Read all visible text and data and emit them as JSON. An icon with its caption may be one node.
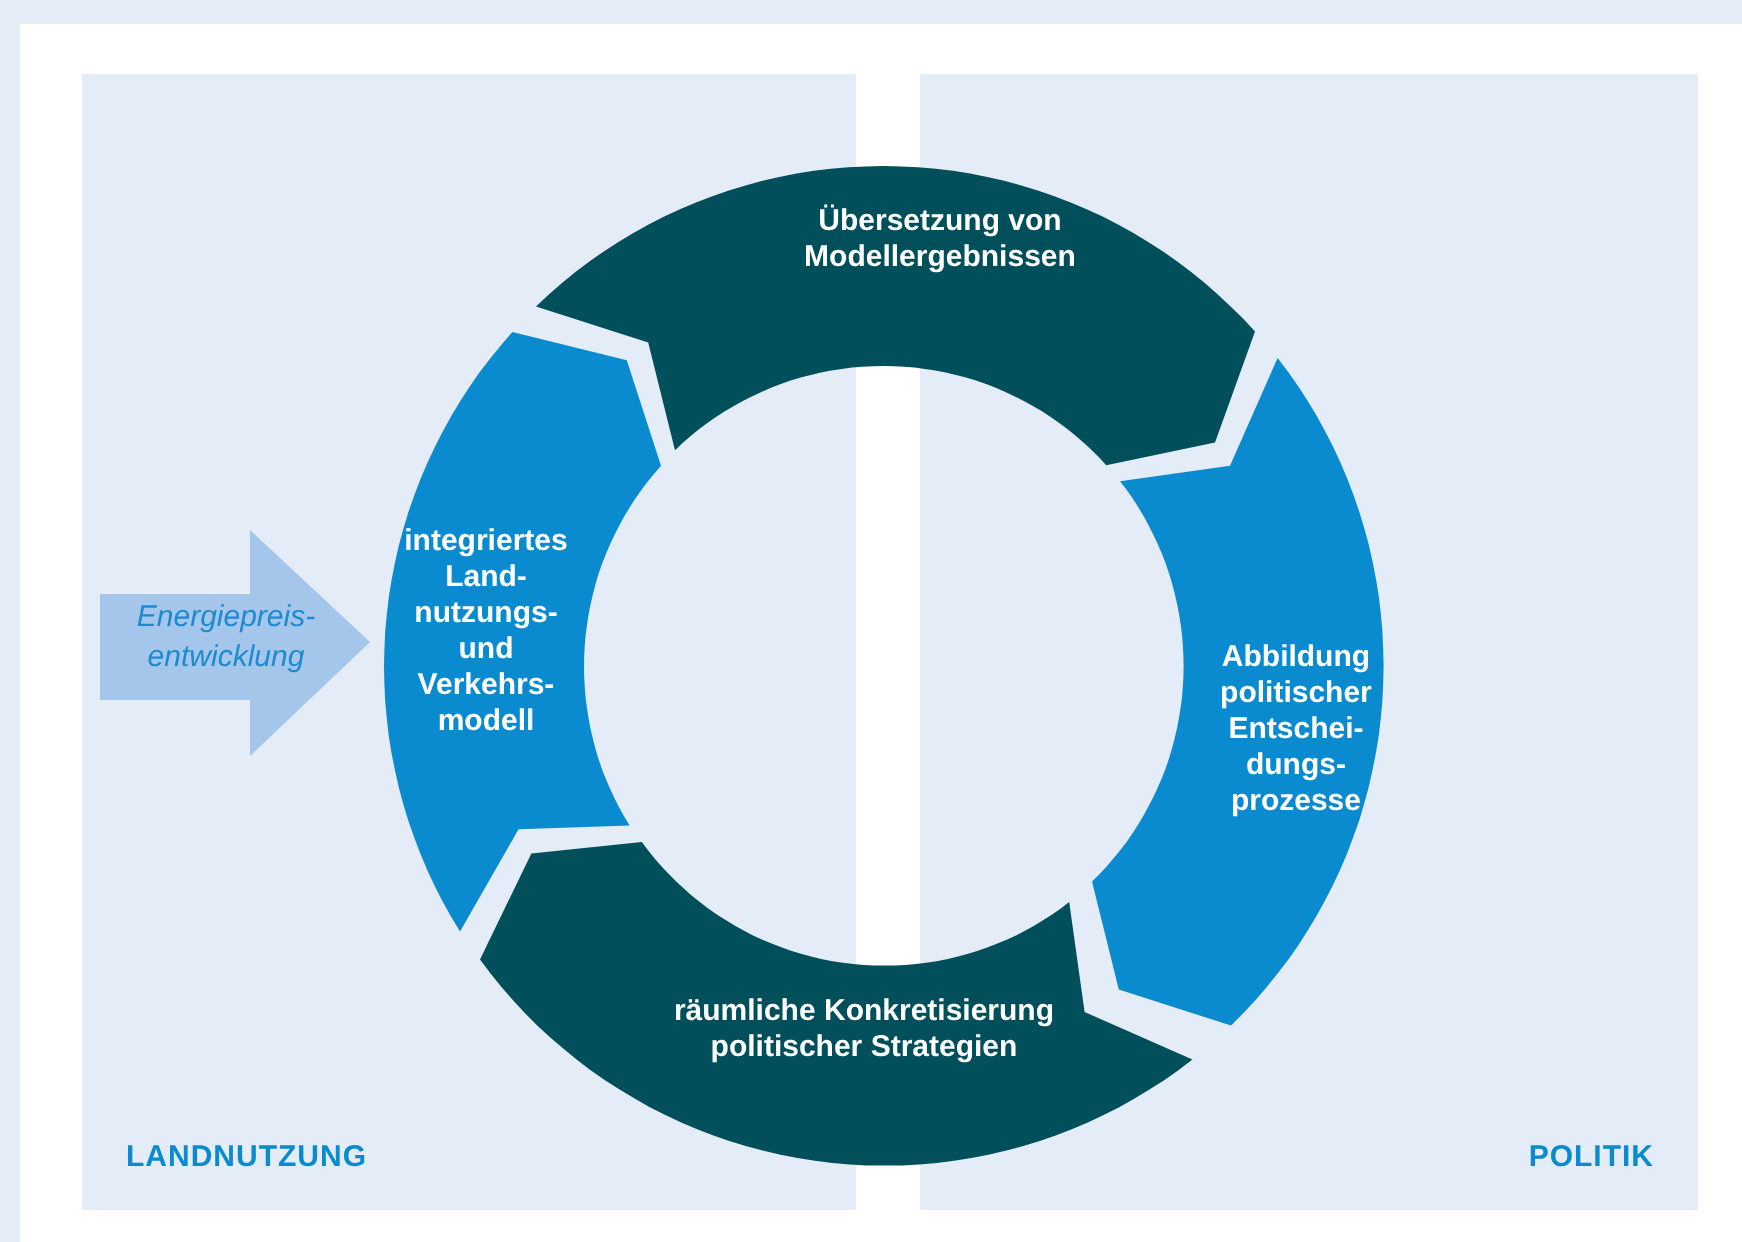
{
  "diagram": {
    "nodes": [
      {
        "text": [
          "LANDNUTZUNG"
        ]
      },
      {
        "text": [
          "POLITIK"
        ]
      },
      {
        "text": [
          "Übersetzung von Modellergebnissen"
        ]
      },
      {
        "text": [
          "Energiepreis- entwicklung"
        ],
        "in": 0
      },
      {
        "text": [
          "integriertes Land- nutzungs- und Verkehrs- modell"
        ],
        "in": 0
      },
      {
        "text": [
          "Abbildung politischer Entschei- dungs- prozesse"
        ],
        "in": 1
      },
      {
        "text": [
          "räumliche Konkretisierung politischer Strategien"
        ]
      }
    ]
  }
}
